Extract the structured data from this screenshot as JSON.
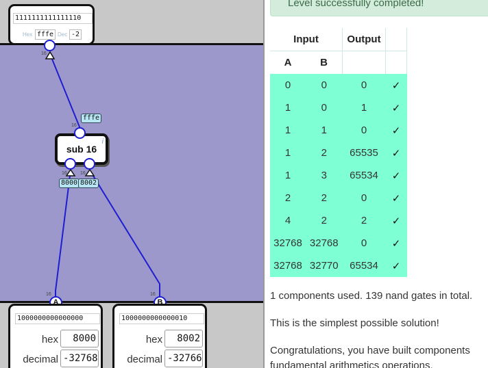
{
  "output_panel": {
    "bits": "1111111111111110",
    "hex_label": "Hex",
    "hex_value": "fffe",
    "dec_label": "Dec",
    "dec_value": "-2"
  },
  "gate": {
    "name": "sub 16",
    "info": "i",
    "output_value": "fffe",
    "input_a_value": "8000",
    "input_b_value": "8002",
    "bitwidth": "16"
  },
  "input_a": {
    "pin_label": "A",
    "bits": "1000000000000000",
    "hex_label": "hex",
    "hex_value": "8000",
    "dec_label": "decimal",
    "dec_value": "-32768"
  },
  "input_b": {
    "pin_label": "B",
    "bits": "1000000000000010",
    "hex_label": "hex",
    "hex_value": "8002",
    "dec_label": "decimal",
    "dec_value": "-32766"
  },
  "banner": "Level successfully completed!",
  "table": {
    "header_input": "Input",
    "header_output": "Output",
    "col_a": "A",
    "col_b": "B",
    "check": "✓",
    "rows": [
      [
        "0",
        "0",
        "0"
      ],
      [
        "1",
        "0",
        "1"
      ],
      [
        "1",
        "1",
        "0"
      ],
      [
        "1",
        "2",
        "65535"
      ],
      [
        "1",
        "3",
        "65534"
      ],
      [
        "2",
        "2",
        "0"
      ],
      [
        "4",
        "2",
        "2"
      ],
      [
        "32768",
        "32768",
        "0"
      ],
      [
        "32768",
        "32770",
        "65534"
      ]
    ]
  },
  "summary": "1 components used. 139 nand gates in total.",
  "simplest": "This is the simplest possible solution!",
  "congrats_line1": "Congratulations, you have built components",
  "congrats_line2": "fundamental arithmetics operations.",
  "colors": {
    "board": "#9c98cb",
    "wire": "#1e1ed0",
    "row": "#7fffd4"
  }
}
